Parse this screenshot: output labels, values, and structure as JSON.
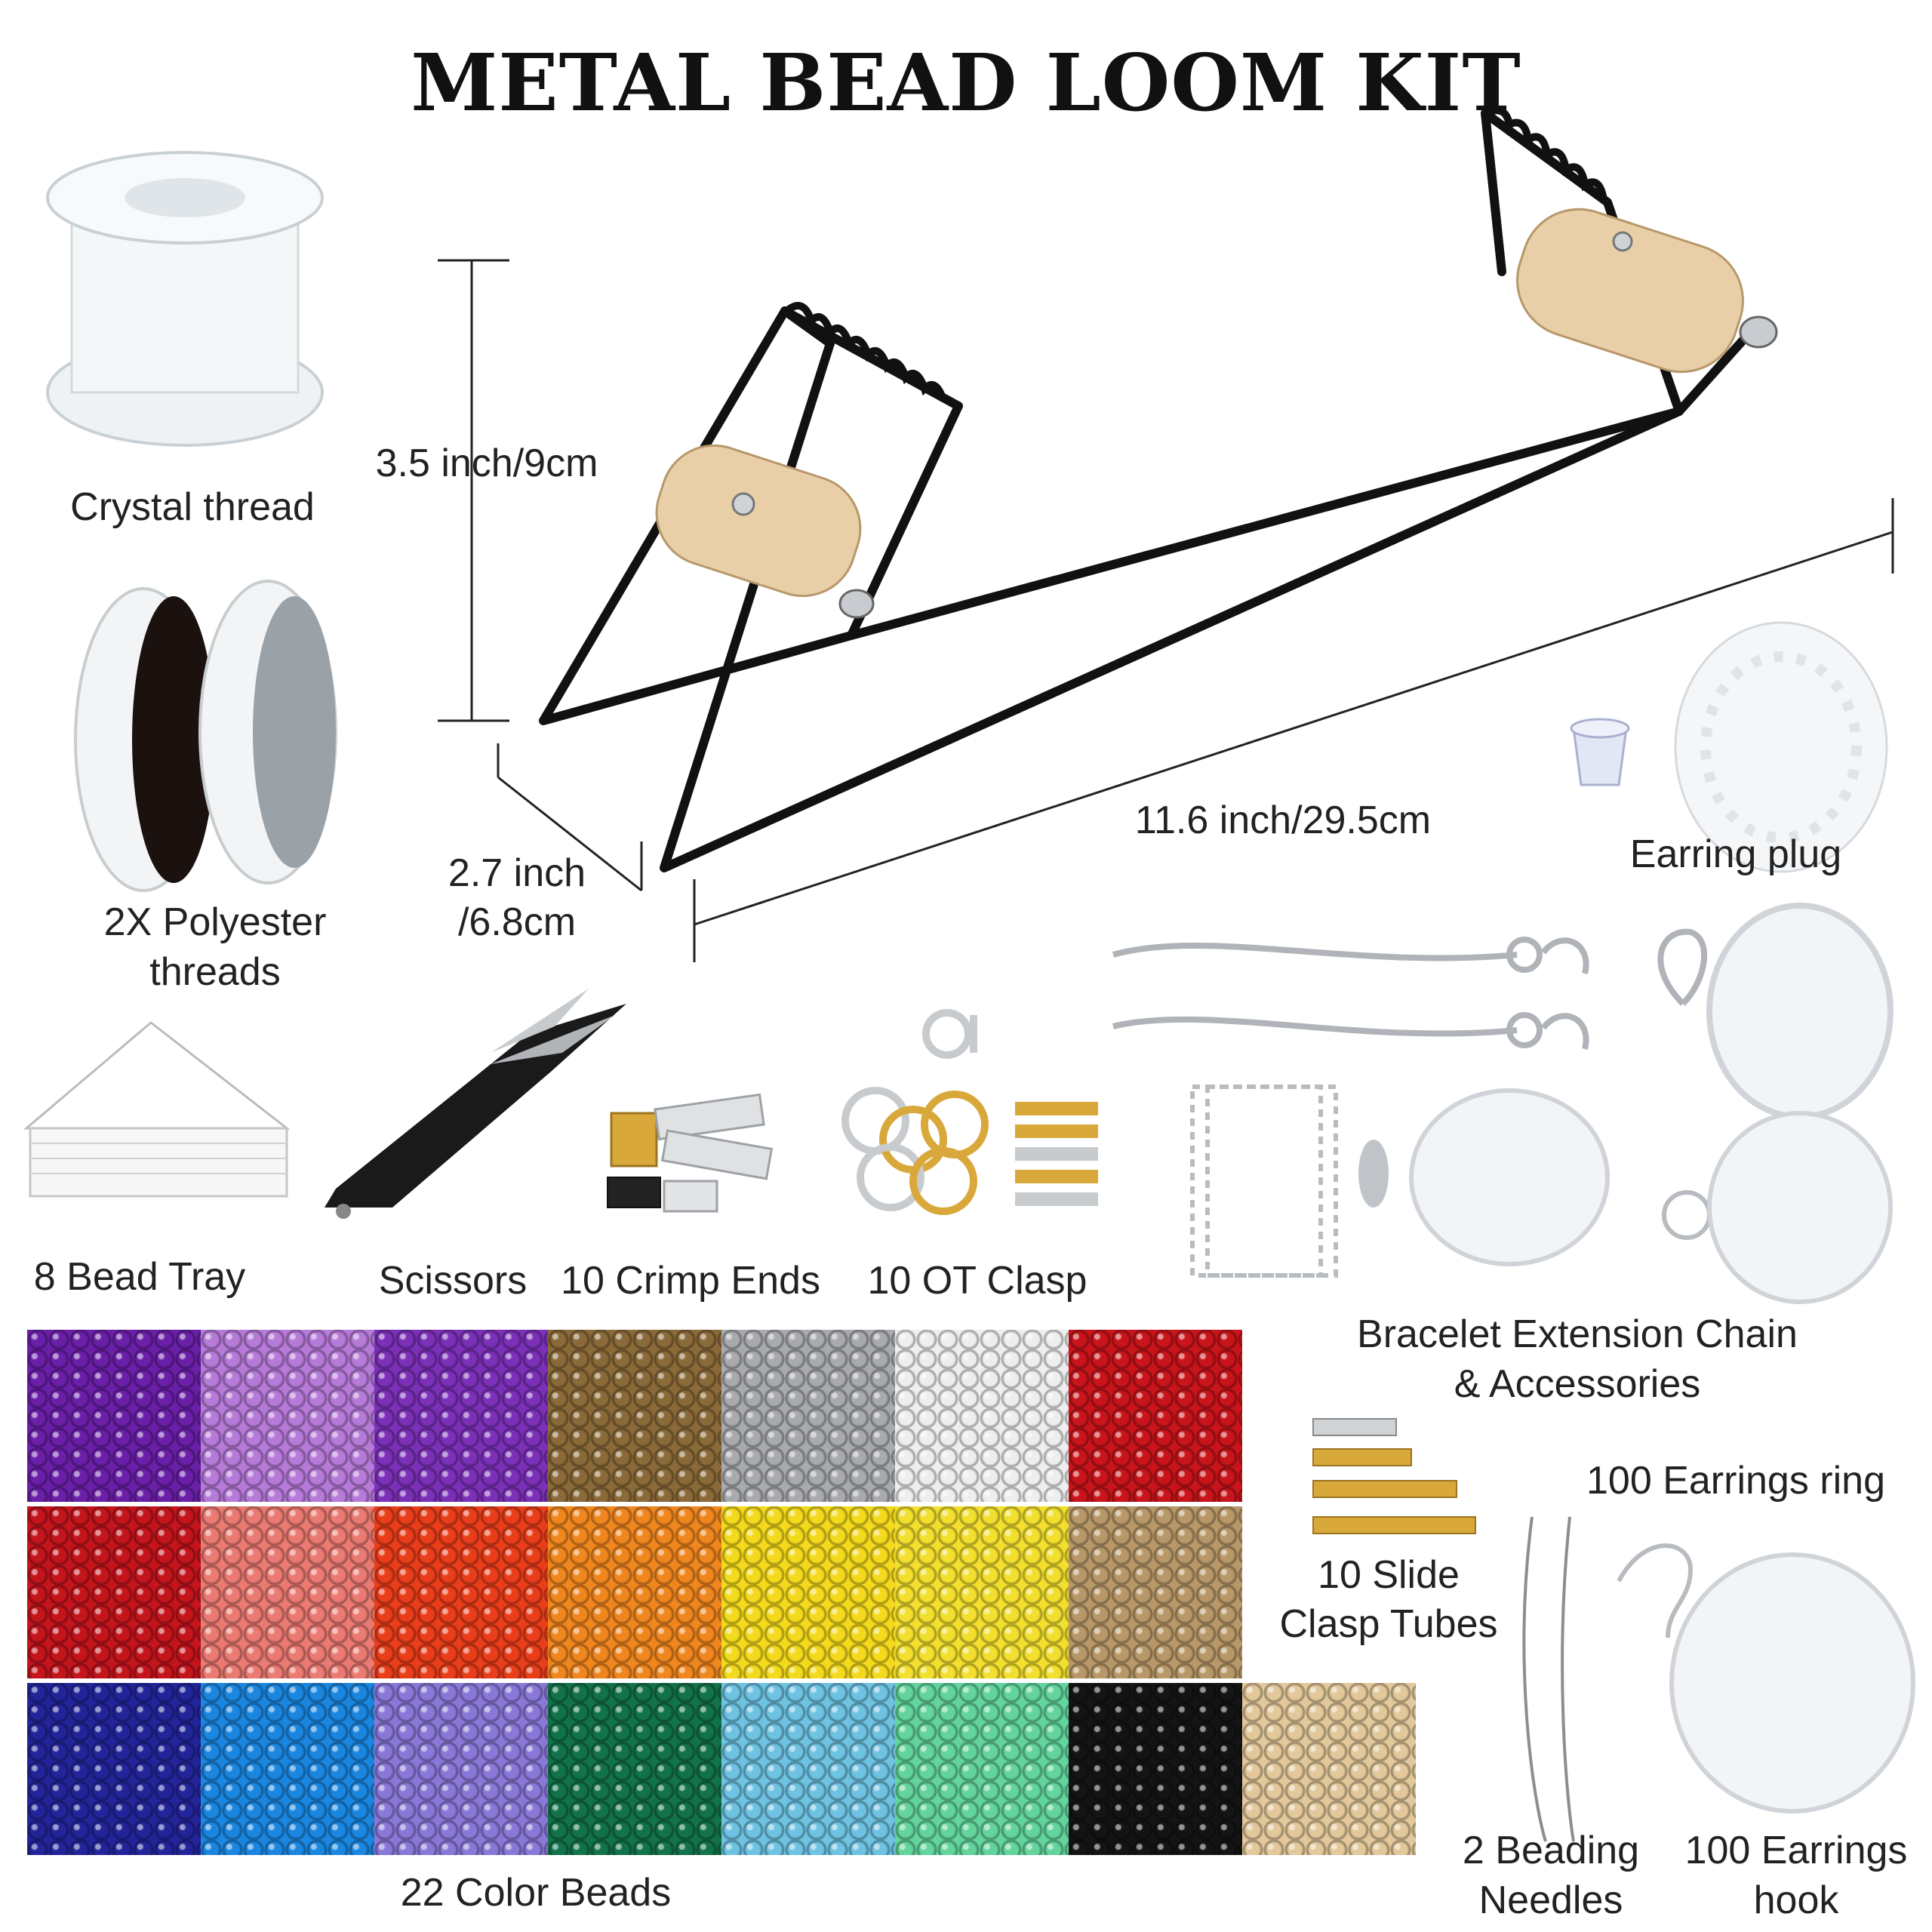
{
  "title": "METAL BEAD LOOM KIT",
  "labels": {
    "crystal_thread": "Crystal thread",
    "polyester_1": "2X Polyester",
    "polyester_2": "threads",
    "height_dim": "3.5 inch/9cm",
    "depth_dim_1": "2.7 inch",
    "depth_dim_2": "/6.8cm",
    "length_dim": "11.6 inch/29.5cm",
    "earring_plug": "Earring plug",
    "bead_tray": "8 Bead Tray",
    "scissors": "Scissors",
    "crimp_ends": "10 Crimp Ends",
    "ot_clasp": "10 OT Clasp",
    "bracelet_1": "Bracelet Extension Chain",
    "bracelet_2": "& Accessories",
    "earrings_ring": "100 Earrings ring",
    "slide_1": "10 Slide",
    "slide_2": "Clasp Tubes",
    "needles_1": "2 Beading",
    "needles_2": "Needles",
    "hook_1": "100 Earrings",
    "hook_2": "hook",
    "color_beads": "22 Color Beads"
  },
  "bead_colors": [
    "#6a1fa8",
    "#b67ad8",
    "#7b30b8",
    "#8a6a38",
    "#a8aaae",
    "#eeeeee",
    "#c8141a",
    "#c4141c",
    "#ea7a72",
    "#ea3d1a",
    "#f0861e",
    "#f4da1c",
    "#f2df2e",
    "#b89868",
    "#22249a",
    "#1a86e0",
    "#8a78d8",
    "#12724a",
    "#6ec2e2",
    "#62d49c",
    "#141414",
    "#e2c89a"
  ]
}
